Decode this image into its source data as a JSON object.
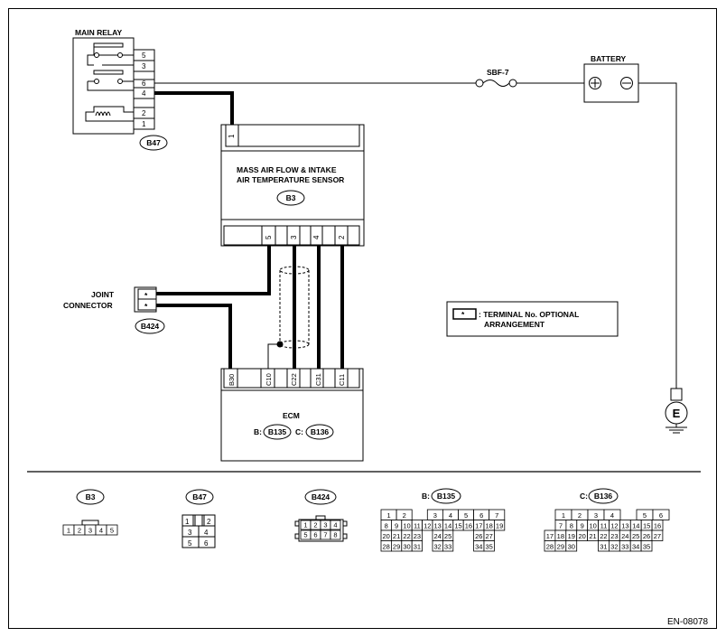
{
  "components": {
    "main_relay": {
      "label": "MAIN RELAY",
      "connector": "B47",
      "pins": [
        "5",
        "3",
        "6",
        "4",
        "2",
        "1"
      ]
    },
    "fuse": {
      "label": "SBF-7"
    },
    "battery": {
      "label": "BATTERY"
    },
    "maf_sensor": {
      "line1": "MASS AIR FLOW & INTAKE",
      "line2": "AIR TEMPERATURE SENSOR",
      "connector": "B3",
      "top_pin": "1",
      "bottom_pins": [
        "5",
        "3",
        "4",
        "2"
      ]
    },
    "joint_connector": {
      "line1": "JOINT",
      "line2": "CONNECTOR",
      "connector": "B424",
      "pins": [
        "*",
        "*"
      ]
    },
    "legend": {
      "symbol": "*",
      "line1": ": TERMINAL No. OPTIONAL",
      "line2": "ARRANGEMENT"
    },
    "ecm": {
      "label": "ECM",
      "conn_b_prefix": "B:",
      "conn_b": "B135",
      "conn_c_prefix": "C:",
      "conn_c": "B136",
      "pins": [
        "B30",
        "C10",
        "C22",
        "C31",
        "C11"
      ]
    },
    "ground": {
      "label": "E"
    }
  },
  "connector_views": {
    "b3": {
      "code": "B3",
      "pins": [
        "1",
        "2",
        "3",
        "4",
        "5"
      ]
    },
    "b47": {
      "code": "B47",
      "pins": [
        "1",
        "2",
        "3",
        "4",
        "5",
        "6"
      ]
    },
    "b424": {
      "code": "B424",
      "pins": [
        "1",
        "2",
        "3",
        "4",
        "5",
        "6",
        "7",
        "8"
      ]
    },
    "b135": {
      "prefix": "B:",
      "code": "B135",
      "row1": [
        "1",
        "2",
        "",
        "3",
        "4",
        "5",
        "6",
        "7"
      ],
      "row2": [
        "8",
        "9",
        "10",
        "11",
        "12",
        "13",
        "14",
        "15",
        "16",
        "17",
        "18",
        "19"
      ],
      "row3": [
        "20",
        "21",
        "22",
        "23",
        "",
        "24",
        "25",
        "",
        "",
        "26",
        "27"
      ],
      "row4": [
        "28",
        "29",
        "30",
        "31",
        "",
        "32",
        "33",
        "",
        "",
        "34",
        "35"
      ]
    },
    "b136": {
      "prefix": "C:",
      "code": "B136",
      "row1": [
        "1",
        "2",
        "3",
        "4",
        "",
        "5",
        "6"
      ],
      "row2": [
        "7",
        "8",
        "9",
        "10",
        "11",
        "12",
        "13",
        "14",
        "15",
        "16"
      ],
      "row3": [
        "17",
        "18",
        "19",
        "20",
        "21",
        "22",
        "23",
        "24",
        "25",
        "26",
        "27"
      ],
      "row4": [
        "28",
        "29",
        "30",
        "",
        "",
        "31",
        "32",
        "33",
        "34",
        "35"
      ]
    }
  },
  "figure_code": "EN-08078"
}
